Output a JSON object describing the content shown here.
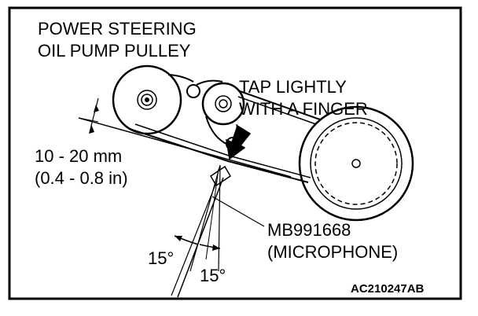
{
  "labels": {
    "pulley_line1": "POWER STEERING",
    "pulley_line2": "OIL PUMP PULLEY",
    "tap_line1": "TAP LIGHTLY",
    "tap_line2": "WITH A FINGER",
    "deflection_mm": "10 - 20 mm",
    "deflection_in": "(0.4 - 0.8 in)",
    "tool_code": "MB991668",
    "tool_name": "(MICROPHONE)",
    "angle_left": "15°",
    "angle_right": "15°",
    "figure_code": "AC210247AB"
  },
  "colors": {
    "line": "#000000",
    "background": "#ffffff"
  }
}
